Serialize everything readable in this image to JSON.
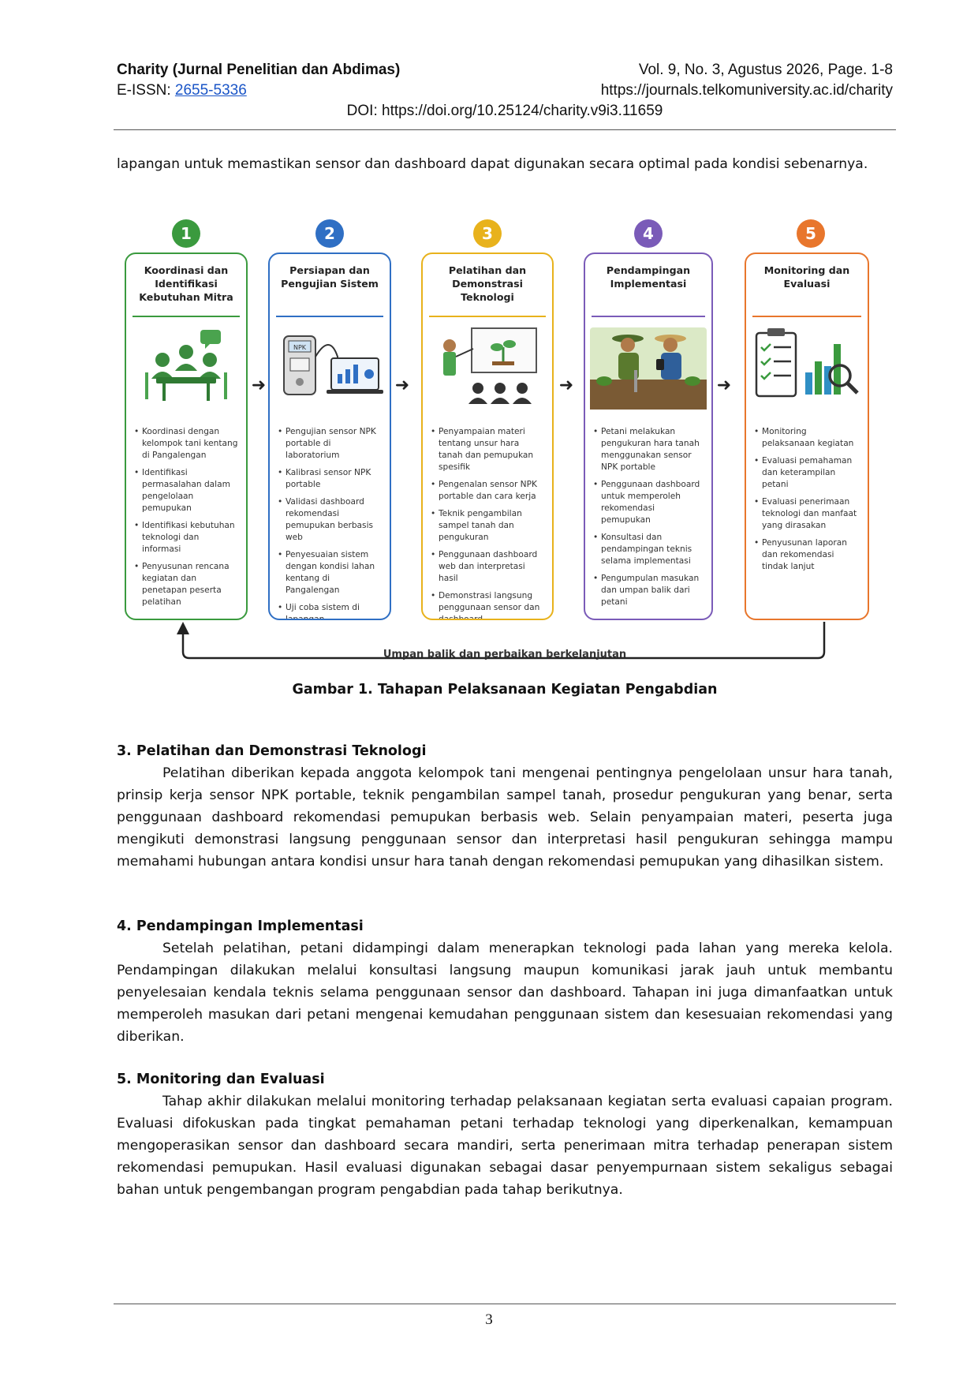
{
  "header": {
    "journal": "Charity  (Jurnal Penelitian dan Abdimas)",
    "volume": "Vol. 9, No. 3, Agustus  2026, Page. 1-8",
    "eissn_label": "E-ISSN: ",
    "eissn_value": "2655-5336",
    "url": "https://journals.telkomuniversity.ac.id/charity",
    "doi": "DOI: https://doi.org/10.25124/charity.v9i3.11659"
  },
  "intro_text": "lapangan untuk memastikan sensor dan dashboard dapat digunakan secara optimal pada kondisi sebenarnya.",
  "figure": {
    "steps": [
      {
        "number": "1",
        "title": "Koordinasi dan Identifikasi Kebutuhan Mitra",
        "color": "#3a9a3e",
        "bullets": [
          "Koordinasi dengan kelompok tani kentang di Pangalengan",
          "Identifikasi permasalahan dalam pengelolaan pemupukan",
          "Identifikasi kebutuhan teknologi dan informasi",
          "Penyusunan rencana kegiatan dan penetapan peserta pelatihan"
        ],
        "icon": "meeting-icon"
      },
      {
        "number": "2",
        "title": "Persiapan dan Pengujian Sistem",
        "color": "#2f6fc4",
        "bullets": [
          "Pengujian sensor NPK portable di laboratorium",
          "Kalibrasi sensor NPK portable",
          "Validasi dashboard rekomendasi pemupukan berbasis web",
          "Penyesuaian sistem dengan kondisi lahan kentang di Pangalengan",
          "Uji coba sistem di lapangan"
        ],
        "icon": "sensor-laptop-icon",
        "sensor_label": "NPK"
      },
      {
        "number": "3",
        "title": "Pelatihan dan Demonstrasi Teknologi",
        "color": "#e8b21c",
        "bullets": [
          "Penyampaian materi tentang unsur hara tanah dan pemupukan spesifik",
          "Pengenalan sensor NPK portable dan cara kerja",
          "Teknik pengambilan sampel tanah dan pengukuran",
          "Penggunaan dashboard web dan interpretasi hasil",
          "Demonstrasi langsung penggunaan sensor dan dashboard"
        ],
        "icon": "training-icon"
      },
      {
        "number": "4",
        "title": "Pendampingan Implementasi",
        "color": "#7a5bb8",
        "bullets": [
          "Petani melakukan pengukuran hara tanah menggunakan sensor NPK portable",
          "Penggunaan dashboard untuk memperoleh rekomendasi pemupukan",
          "Konsultasi dan pendampingan teknis selama implementasi",
          "Pengumpulan masukan dan umpan balik dari petani"
        ],
        "icon": "farmers-field-icon"
      },
      {
        "number": "5",
        "title": "Monitoring dan Evaluasi",
        "color": "#e8762c",
        "bullets": [
          "Monitoring pelaksanaan kegiatan",
          "Evaluasi pemahaman dan keterampilan petani",
          "Evaluasi penerimaan teknologi dan manfaat yang dirasakan",
          "Penyusunan laporan dan rekomendasi tindak lanjut"
        ],
        "icon": "checklist-chart-icon"
      }
    ],
    "feedback_label": "Umpan balik dan perbaikan berkelanjutan"
  },
  "caption": "Gambar 1. Tahapan Pelaksanaan Kegiatan Pengabdian",
  "sections": [
    {
      "heading": "3. Pelatihan dan Demonstrasi Teknologi",
      "text": "Pelatihan diberikan kepada anggota kelompok tani mengenai pentingnya pengelolaan unsur hara tanah, prinsip kerja sensor NPK portable, teknik pengambilan sampel tanah, prosedur pengukuran yang benar, serta penggunaan dashboard rekomendasi pemupukan berbasis web. Selain penyampaian materi, peserta juga mengikuti demonstrasi langsung penggunaan sensor dan interpretasi hasil pengukuran sehingga mampu memahami hubungan antara kondisi unsur hara tanah dengan rekomendasi pemupukan yang dihasilkan sistem."
    },
    {
      "heading": "4. Pendampingan Implementasi",
      "text": "Setelah pelatihan, petani didampingi dalam menerapkan teknologi pada lahan yang mereka kelola. Pendampingan dilakukan melalui konsultasi langsung maupun komunikasi jarak jauh untuk membantu penyelesaian kendala teknis selama penggunaan sensor dan dashboard. Tahapan ini juga dimanfaatkan untuk memperoleh masukan dari petani mengenai kemudahan penggunaan sistem dan kesesuaian rekomendasi yang diberikan."
    },
    {
      "heading": "5. Monitoring dan Evaluasi",
      "text": "Tahap akhir dilakukan melalui monitoring terhadap pelaksanaan kegiatan serta evaluasi capaian program. Evaluasi difokuskan pada tingkat pemahaman petani terhadap teknologi yang diperkenalkan, kemampuan mengoperasikan sensor dan dashboard secara mandiri, serta penerimaan mitra terhadap penerapan sistem rekomendasi pemupukan. Hasil evaluasi digunakan sebagai dasar penyempurnaan sistem sekaligus sebagai bahan untuk pengembangan program pengabdian pada tahap berikutnya."
    }
  ],
  "page_number": "3"
}
